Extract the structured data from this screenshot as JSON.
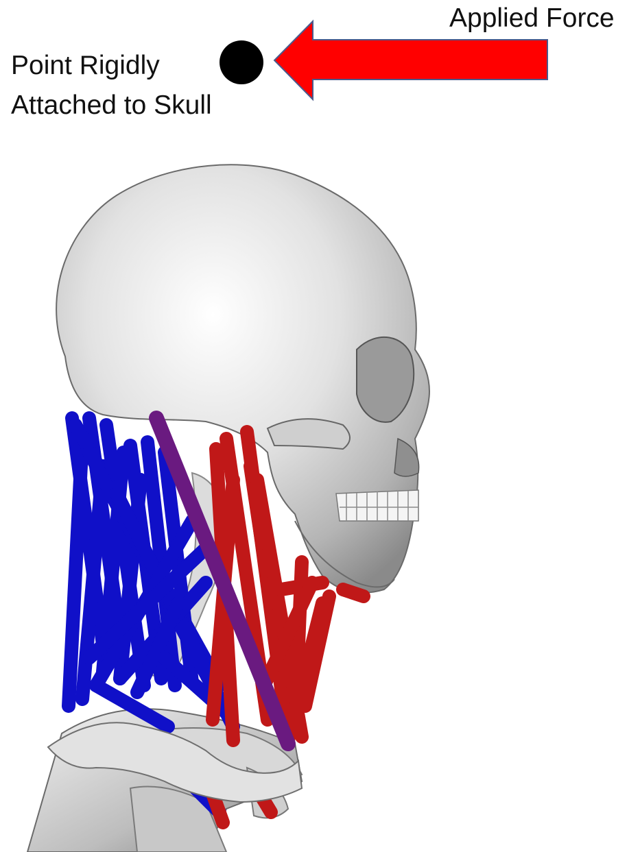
{
  "labels": {
    "applied_force": "Applied Force",
    "point_line1": "Point Rigidly",
    "point_line2": "Attached to Skull"
  },
  "colors": {
    "arrow_fill": "#ff0000",
    "arrow_stroke": "#4a5a8c",
    "point": "#000000",
    "posterior_muscles": "#1010c8",
    "anterior_muscles": "#c01818",
    "intermediate_muscle": "#6a1a80",
    "bone": "#e4e4e4"
  },
  "icons": {
    "force_arrow": "left-arrow-icon",
    "attachment_point": "filled-circle-icon"
  }
}
